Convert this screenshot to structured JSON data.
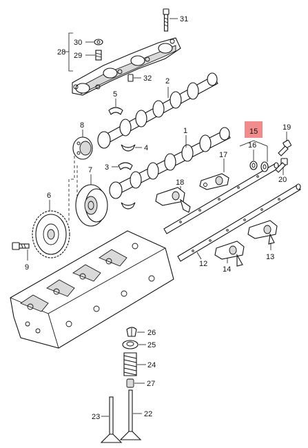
{
  "labels": {
    "p1": "1",
    "p2": "2",
    "p3": "3",
    "p4": "4",
    "p5": "5",
    "p6": "6",
    "p7": "7",
    "p8": "8",
    "p9": "9",
    "p12": "12",
    "p13": "13",
    "p14": "14",
    "p15": "15",
    "p16": "16",
    "p17": "17",
    "p18": "18",
    "p19": "19",
    "p20": "20",
    "p22": "22",
    "p23": "23",
    "p24": "24",
    "p25": "25",
    "p26": "26",
    "p27": "27",
    "p28": "28",
    "p29": "29",
    "p30": "30",
    "p31": "31",
    "p32": "32"
  },
  "highlight": {
    "part": "15",
    "color": "#f28b8b"
  }
}
